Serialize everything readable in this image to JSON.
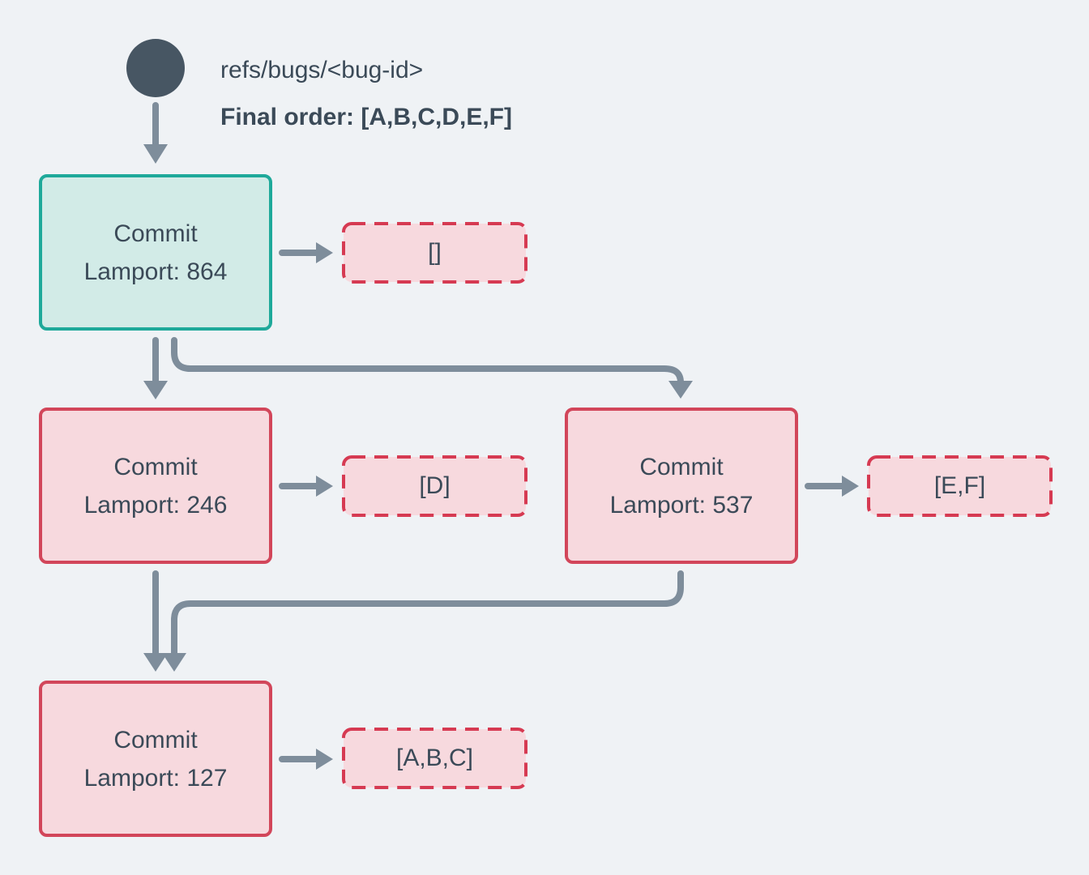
{
  "header": {
    "ref_label": "refs/bugs/<bug-id>",
    "final_order_label": "Final order: [A,B,C,D,E,F]"
  },
  "nodes": {
    "commit864": {
      "title": "Commit",
      "lamport_label": "Lamport: 864",
      "lamport": 864,
      "ops": "[]",
      "highlight": "teal"
    },
    "commit246": {
      "title": "Commit",
      "lamport_label": "Lamport: 246",
      "lamport": 246,
      "ops": "[D]",
      "highlight": "red"
    },
    "commit537": {
      "title": "Commit",
      "lamport_label": "Lamport: 537",
      "lamport": 537,
      "ops": "[E,F]",
      "highlight": "red"
    },
    "commit127": {
      "title": "Commit",
      "lamport_label": "Lamport: 127",
      "lamport": 127,
      "ops": "[A,B,C]",
      "highlight": "red"
    }
  },
  "edges": [
    {
      "from": "ref-head",
      "to": "commit864"
    },
    {
      "from": "commit864",
      "to": "ops-864"
    },
    {
      "from": "commit864",
      "to": "commit246"
    },
    {
      "from": "commit864",
      "to": "commit537"
    },
    {
      "from": "commit246",
      "to": "ops-246"
    },
    {
      "from": "commit537",
      "to": "ops-537"
    },
    {
      "from": "commit246",
      "to": "commit127"
    },
    {
      "from": "commit537",
      "to": "commit127"
    },
    {
      "from": "commit127",
      "to": "ops-127"
    }
  ],
  "palette": {
    "bg": "#eff2f5",
    "slate": "#475663",
    "text": "#3b4a58",
    "arrow": "#7e8d9b",
    "teal_border": "#1ea99a",
    "teal_fill": "#d2ebe7",
    "red_border": "#d2465a",
    "dashed_border": "#d63a52",
    "pink_fill": "#f7d9de"
  }
}
